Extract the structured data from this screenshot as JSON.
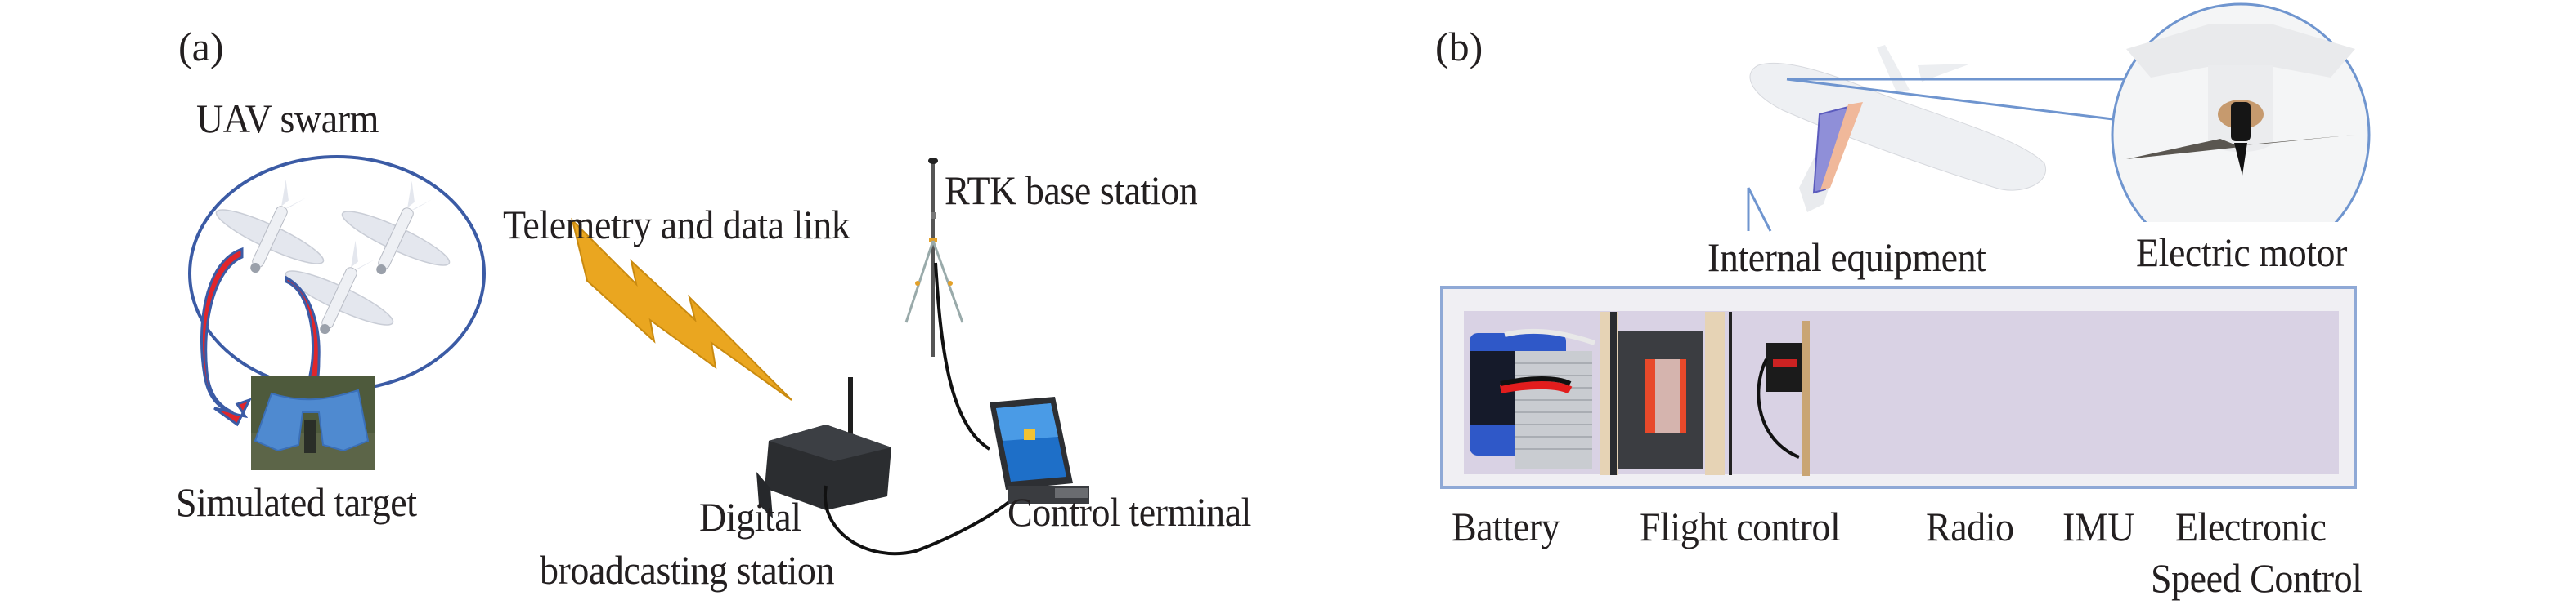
{
  "figure": {
    "panel_a": {
      "label": "(a)",
      "uav_swarm": "UAV swarm",
      "simulated_target": "Simulated target",
      "telemetry": "Telemetry and data link",
      "rtk": "RTK base station",
      "digital_line1": "Digital",
      "digital_line2": "broadcasting station",
      "control_terminal": "Control terminal"
    },
    "panel_b": {
      "label": "(b)",
      "internal_equipment": "Internal equipment",
      "electric_motor": "Electric motor",
      "components": {
        "battery": "Battery",
        "flight_control": "Flight control",
        "radio": "Radio",
        "imu": "IMU",
        "esc_line1": "Electronic",
        "esc_line2": "Speed Control"
      }
    },
    "colors": {
      "outline_blue": "#3b5ba5",
      "arrow_red": "#e0262b",
      "bolt_orange": "#eaa620",
      "frame_blue": "#8fa9d6",
      "battery_blue": "#2f58c8",
      "radio_orange": "#e8492a"
    }
  }
}
